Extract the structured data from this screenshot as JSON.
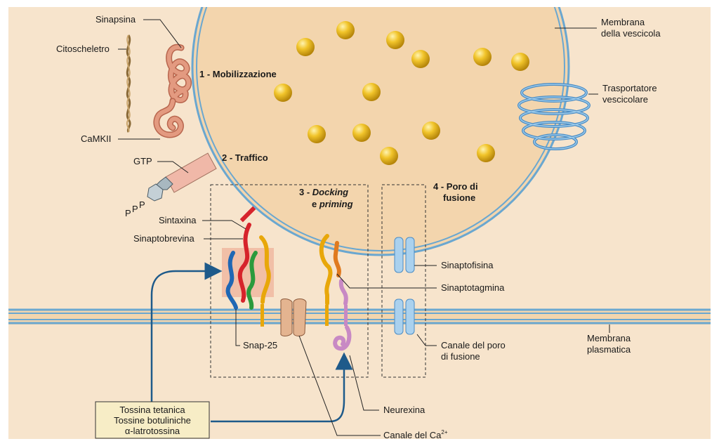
{
  "steps": {
    "mobilization": "1 - Mobilizzazione",
    "traffic": "2 - Traffico",
    "docking_prefix": "3 - ",
    "docking_italic": "Docking",
    "priming_prefix": "e ",
    "priming_italic": "priming",
    "fusion_pore_line1": "4 - Poro di",
    "fusion_pore_line2": "fusione"
  },
  "labels": {
    "sinapsina": "Sinapsina",
    "citoscheletro": "Citoscheletro",
    "camkii": "CaMKII",
    "gtp": "GTP",
    "p": "P",
    "sintaxina": "Sintaxina",
    "sinaptobrevina": "Sinaptobrevina",
    "snap25": "Snap-25",
    "sinaptofisina": "Sinaptofisina",
    "sinaptotagmina": "Sinaptotagmina",
    "canale_poro_1": "Canale del poro",
    "canale_poro_2": "di fusione",
    "neurexina": "Neurexina",
    "canale_ca": "Canale del Ca",
    "canale_ca_sup": "2+",
    "membrana_vescicola_1": "Membrana",
    "membrana_vescicola_2": "della vescicola",
    "trasportatore_1": "Trasportatore",
    "trasportatore_2": "vescicolare",
    "membrana_plasmatica_1": "Membrana",
    "membrana_plasmatica_2": "plasmatica"
  },
  "toxins": {
    "line1": "Tossina tetanica",
    "line2": "Tossine botuliniche",
    "line3_greek": "α",
    "line3_rest": "-latrotossina"
  },
  "colors": {
    "background": "#f7e4cc",
    "vesicle_fill": "#f3d5ad",
    "membrane": "#6aa7d0",
    "neurotransmitter": "#e9b820",
    "synapsin": "#d9826a",
    "transporter": "#5d9fd1",
    "arrow": "#1e5a8a",
    "toxin_box": "#f7edc6"
  }
}
